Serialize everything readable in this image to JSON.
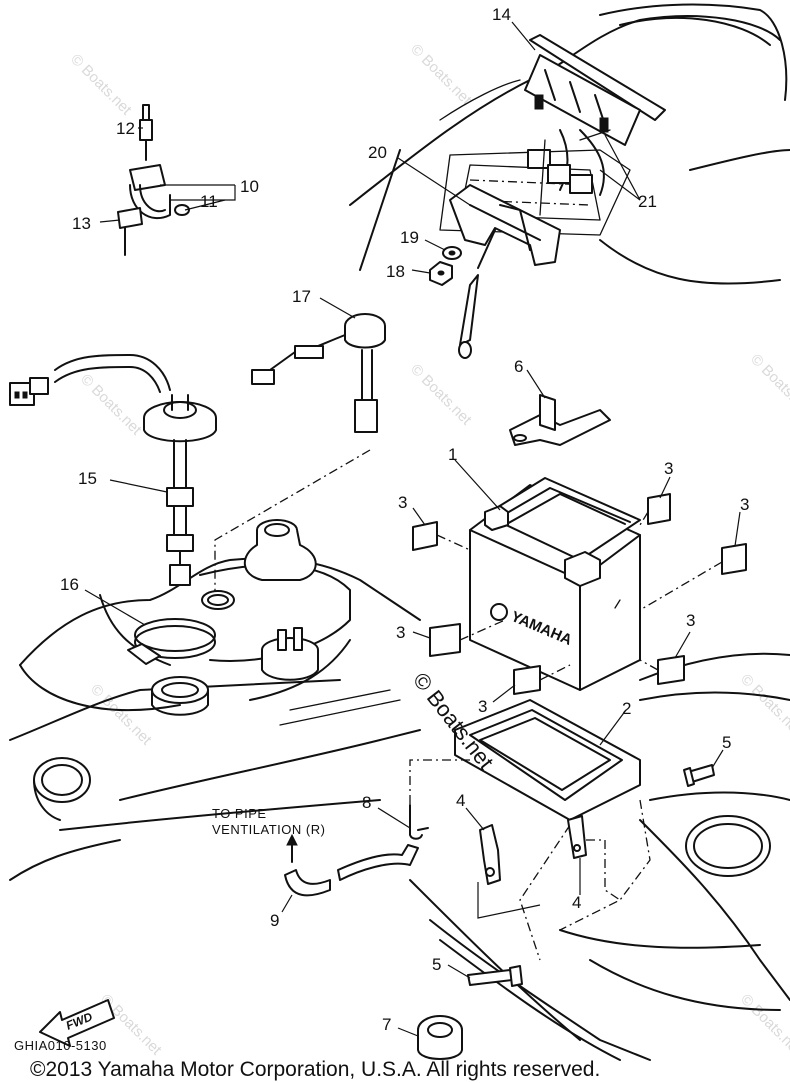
{
  "callouts": {
    "c1": "1",
    "c2": "2",
    "c3a": "3",
    "c3b": "3",
    "c3c": "3",
    "c3d": "3",
    "c3e": "3",
    "c3f": "3",
    "c4a": "4",
    "c4b": "4",
    "c5a": "5",
    "c5b": "5",
    "c6": "6",
    "c7": "7",
    "c8": "8",
    "c9": "9",
    "c10": "10",
    "c11": "11",
    "c12": "12",
    "c13": "13",
    "c14": "14",
    "c15": "15",
    "c16": "16",
    "c17": "17",
    "c18": "18",
    "c19": "19",
    "c20": "20",
    "c21": "21"
  },
  "notes": {
    "pipe_line1": "TO PIPE",
    "pipe_line2": "VENTILATION (R)"
  },
  "battery_brand": "YAMAHA",
  "fwd_label": "FWD",
  "diagram_code": "GHIA010-5130",
  "copyright": "©2013 Yamaha Motor Corporation, U.S.A. All rights reserved.",
  "watermark": {
    "center": "© Boats.net",
    "tile": "© Boats.net"
  }
}
